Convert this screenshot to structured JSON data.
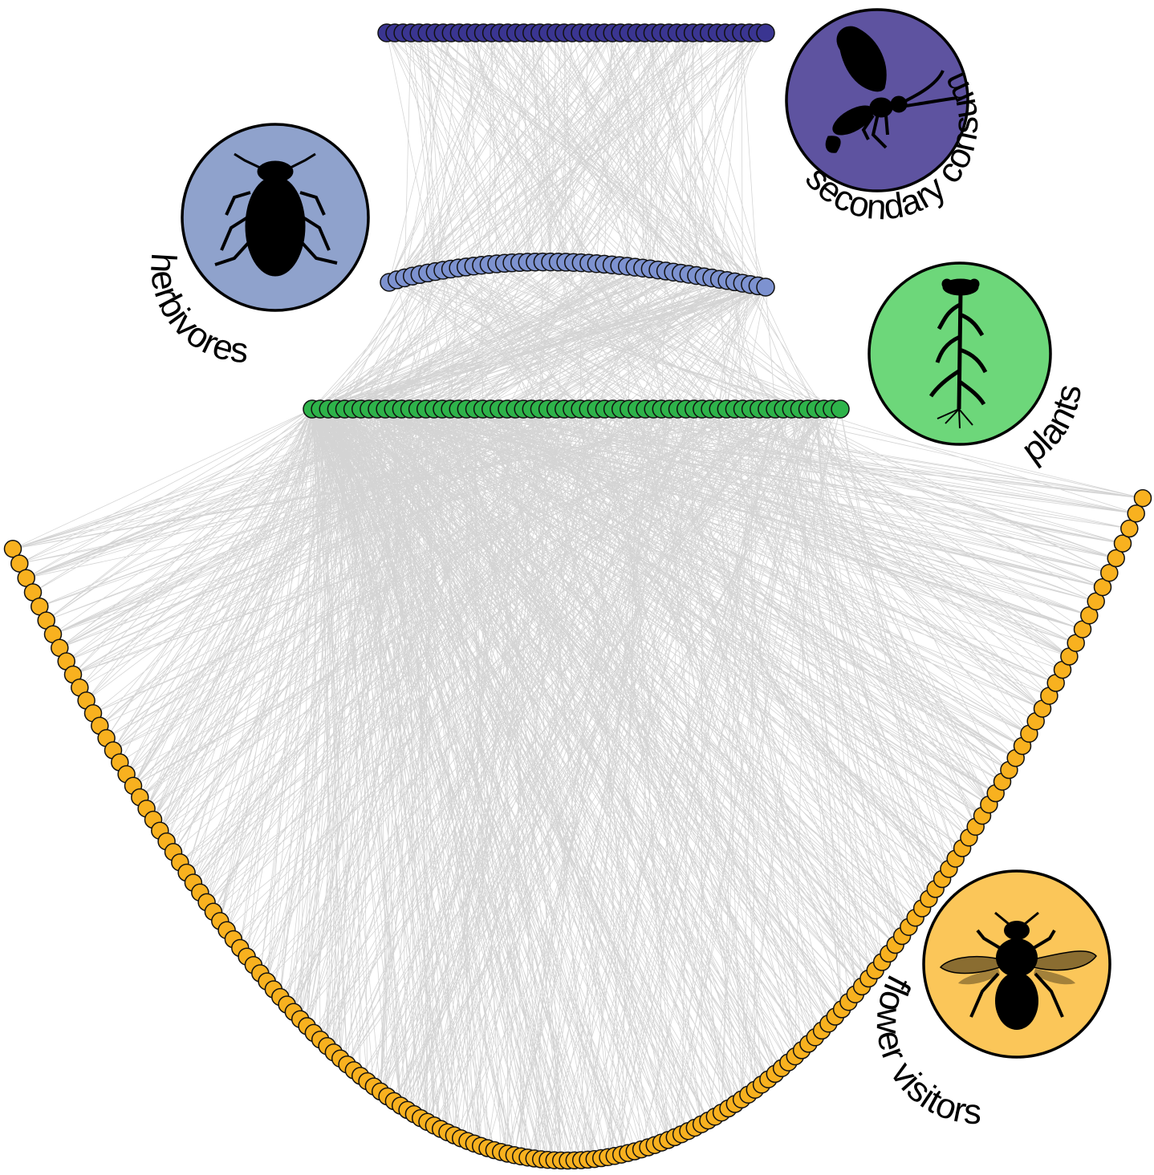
{
  "groups": [
    {
      "key": "secondary",
      "label": "secondary consumers",
      "color": "#5e53a0",
      "node_color": "#3a3591",
      "node_count": 48,
      "icon": "wasp-icon"
    },
    {
      "key": "herbivores",
      "label": "herbivores",
      "color": "#8fa2cc",
      "node_color": "#7d92d0",
      "node_count": 50,
      "icon": "aphid-icon"
    },
    {
      "key": "plants",
      "label": "plants",
      "color": "#6dd77a",
      "node_color": "#2eb34a",
      "node_count": 66,
      "icon": "plant-icon"
    },
    {
      "key": "visitors",
      "label": "flower visitors",
      "color": "#fbc659",
      "node_color": "#f8b11f",
      "node_count": 170,
      "icon": "bee-icon"
    }
  ]
}
